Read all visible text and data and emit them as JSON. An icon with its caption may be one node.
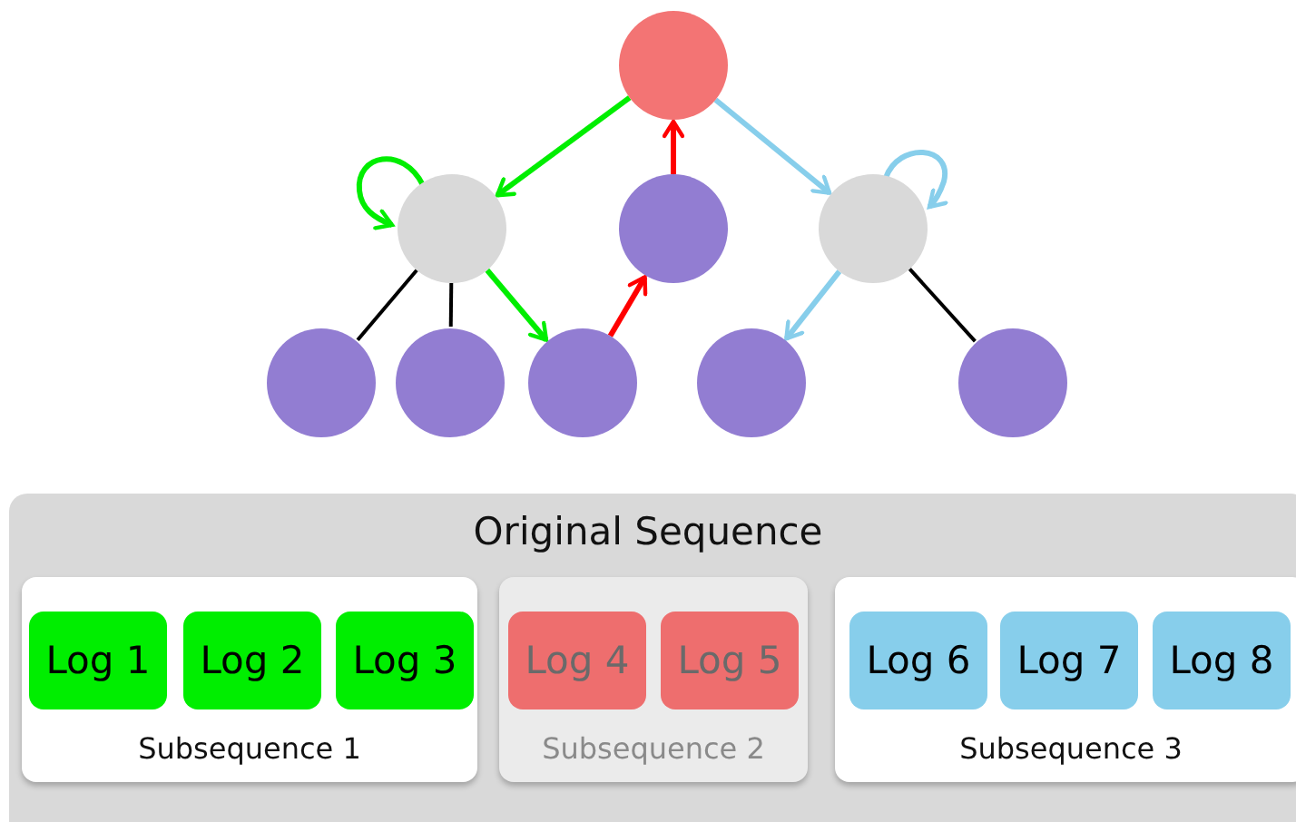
{
  "diagram": {
    "nodes": [
      {
        "text": [],
        "shape": "circle"
      },
      {
        "text": [],
        "shape": "circle"
      },
      {
        "text": [],
        "shape": "circle"
      },
      {
        "text": [],
        "shape": "circle"
      },
      {
        "text": [],
        "shape": "circle"
      },
      {
        "text": [],
        "shape": "circle"
      },
      {
        "text": [],
        "shape": "circle"
      },
      {
        "text": [],
        "shape": "circle"
      },
      {
        "text": [],
        "shape": "circle"
      },
      {
        "text": [
          "Original Sequence"
        ]
      },
      {
        "text": [
          "Subsequence 1"
        ],
        "in": 9
      },
      {
        "text": [
          "Log 1"
        ],
        "in": 10
      },
      {
        "text": [
          "Log 2"
        ],
        "in": 10
      },
      {
        "text": [
          "Log 3"
        ],
        "in": 10
      },
      {
        "text": [
          "Subsequence 2"
        ],
        "in": 9
      },
      {
        "text": [
          "Log 4"
        ],
        "in": 14
      },
      {
        "text": [
          "Log 5"
        ],
        "in": 14
      },
      {
        "text": [
          "Subsequence 3"
        ],
        "in": 9
      },
      {
        "text": [
          "Log 6"
        ],
        "in": 17
      },
      {
        "text": [
          "Log 7"
        ],
        "in": 17
      },
      {
        "text": [
          "Log 8"
        ],
        "in": 17
      }
    ],
    "edges": [
      {
        "from": 0,
        "to": 1,
        "arrow": "to",
        "color": "#00ee00"
      },
      {
        "from": 1,
        "to": 1,
        "arrow": "to",
        "color": "#00ee00"
      },
      {
        "from": 1,
        "to": 6,
        "arrow": "to",
        "color": "#00ee00"
      },
      {
        "from": 6,
        "to": 2,
        "arrow": "to",
        "color": "#ff0000"
      },
      {
        "from": 2,
        "to": 0,
        "arrow": "to",
        "color": "#ff0000"
      },
      {
        "from": 0,
        "to": 3,
        "arrow": "to",
        "color": "#87ceeb"
      },
      {
        "from": 3,
        "to": 3,
        "arrow": "to",
        "color": "#87ceeb"
      },
      {
        "from": 3,
        "to": 7,
        "arrow": "to",
        "color": "#87ceeb"
      },
      {
        "from": 1,
        "to": 4,
        "arrow": "none",
        "color": "#000000"
      },
      {
        "from": 1,
        "to": 5,
        "arrow": "none",
        "color": "#000000"
      },
      {
        "from": 3,
        "to": 8,
        "arrow": "none",
        "color": "#000000"
      }
    ]
  }
}
